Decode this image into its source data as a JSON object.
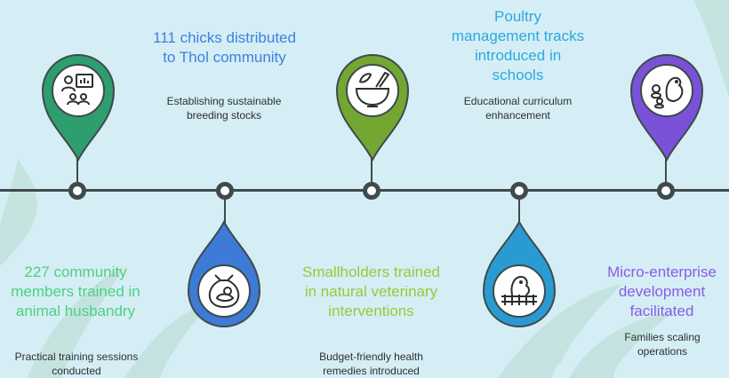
{
  "colors": {
    "background": "#d5eef5",
    "line": "#3f4a4c",
    "stage1": "#2f9e6e",
    "stage2": "#3d7bd6",
    "stage3": "#74a632",
    "stage4": "#2a9bd2",
    "stage5": "#7a52d9"
  },
  "milestones": [
    {
      "heading": "227 community members trained in animal husbandry",
      "description": "Practical training sessions conducted",
      "icon": "teacher-presentation-icon",
      "heading_color": "#4cd17f"
    },
    {
      "heading": "111 chicks distributed to Thol community",
      "description": "Establishing sustainable breeding stocks",
      "icon": "chick-sack-icon",
      "heading_color": "#3f7fe0"
    },
    {
      "heading": "Smallholders trained in natural veterinary interventions",
      "description": "Budget-friendly health remedies introduced",
      "icon": "mortar-pestle-icon",
      "heading_color": "#9ac73a"
    },
    {
      "heading": "Poultry management tracks introduced in schools",
      "description": "Educational curriculum enhancement",
      "icon": "chicken-fence-icon",
      "heading_color": "#2ba8e0"
    },
    {
      "heading": "Micro-enterprise development facilitated",
      "description": "Families scaling operations",
      "icon": "hen-chicks-icon",
      "heading_color": "#8a5ce6"
    }
  ]
}
